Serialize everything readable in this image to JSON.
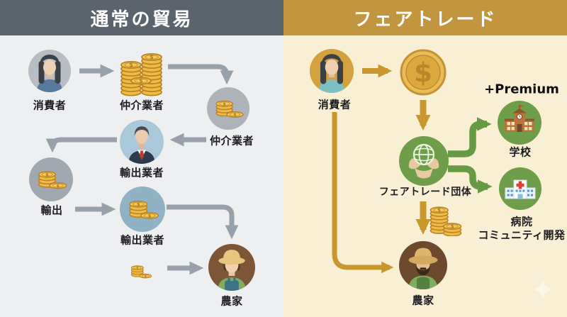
{
  "left_panel": {
    "title": "通常の貿易",
    "colors": {
      "header": "#5b636c",
      "background": "#edeff1",
      "arrow": "#98a1a9"
    },
    "nodes": {
      "consumer": "消費者",
      "broker1": "仲介業者",
      "broker2": "仲介業者",
      "exporter1": "輸出業者",
      "export": "輸出",
      "exporter2": "輸出業者",
      "farmer": "農家"
    },
    "icons": {
      "consumer": "woman-avatar",
      "broker1": "coin-stack",
      "broker2": "coins-in-gray-circle",
      "exporter1": "businessman-avatar",
      "export": "coins-in-gray-circle",
      "exporter2": "coins-in-blue-circle",
      "farmer": "farmer-avatar",
      "payment": "small-coin-stack"
    }
  },
  "right_panel": {
    "title": "フェアトレード",
    "premium_label": "+Premium",
    "coin_symbol": "$",
    "colors": {
      "header": "#c2963f",
      "background": "#f8efd5",
      "arrow": "#c8982f",
      "green": "#6f9e4b"
    },
    "nodes": {
      "consumer": "消費者",
      "org": "フェアトレード団体",
      "school": "学校",
      "hospital": "病院",
      "community": "コミュニティ開発",
      "farmer": "農家"
    },
    "icons": {
      "consumer": "woman-avatar",
      "money": "dollar-coin",
      "org": "hands-holding-globe",
      "school": "school-building",
      "hospital": "hospital-building",
      "farmer": "farmer-avatar",
      "payment": "coin-stacks",
      "sparkle": "sparkle"
    }
  }
}
